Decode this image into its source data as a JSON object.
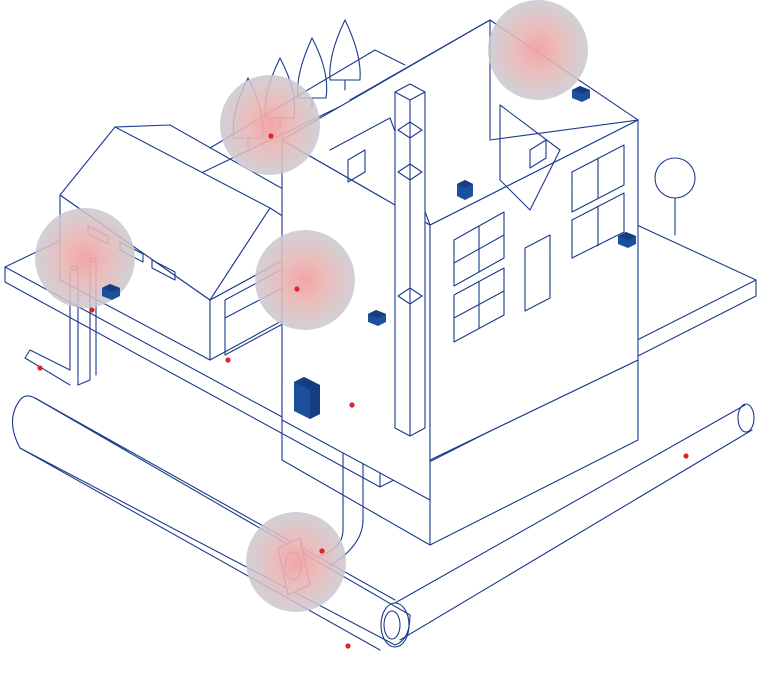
{
  "colors": {
    "line": "#1a3a8c",
    "device": "#1d4f9f",
    "device_dark": "#163d7e",
    "hotspot_core": "#f4a0a0",
    "hotspot_mid": "#e9b5b5",
    "hotspot_edge": "#c9c9cf",
    "marker": "#e0232e"
  },
  "hotspots": [
    {
      "id": "hotspot-trees",
      "kind": "outdoor"
    },
    {
      "id": "hotspot-roof-ridge",
      "kind": "roof"
    },
    {
      "id": "hotspot-garage-wall",
      "kind": "wall"
    },
    {
      "id": "hotspot-house-corner",
      "kind": "wall"
    },
    {
      "id": "hotspot-sewer-junction",
      "kind": "underground"
    }
  ],
  "devices": [
    {
      "id": "sensor-roof",
      "icon": "sensor-box-icon"
    },
    {
      "id": "sensor-attic",
      "icon": "sensor-box-icon"
    },
    {
      "id": "sensor-side-wall",
      "icon": "sensor-box-icon"
    },
    {
      "id": "sensor-garage",
      "icon": "sensor-box-icon"
    },
    {
      "id": "sensor-yard",
      "icon": "sensor-box-icon"
    },
    {
      "id": "base-station-cellar",
      "icon": "base-station-icon"
    }
  ],
  "markers": [
    "marker-trees",
    "marker-garage-wall",
    "marker-house-corner",
    "marker-garage-floor",
    "marker-cellar",
    "marker-pipe-bend",
    "marker-junction",
    "marker-sewer-main",
    "marker-sewer-branch"
  ]
}
